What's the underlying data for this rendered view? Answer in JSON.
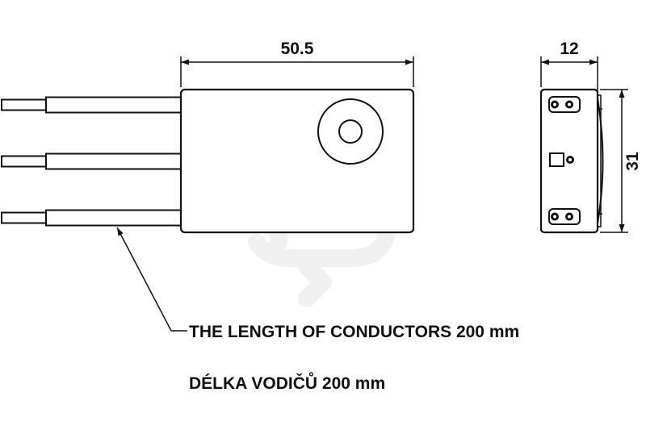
{
  "dimensions": {
    "body_length": "50.5",
    "side_width": "12",
    "side_height": "31"
  },
  "labels": {
    "conductor_length_en": "THE LENGTH OF CONDUCTORS 200 mm",
    "conductor_length_cz": "DÉLKA VODIČŮ 200 mm"
  },
  "views": {
    "conductor_count": 3,
    "terminal_count": 3
  },
  "colors": {
    "line": "#111111",
    "watermark": "#f0f0f0",
    "background": "#ffffff"
  }
}
